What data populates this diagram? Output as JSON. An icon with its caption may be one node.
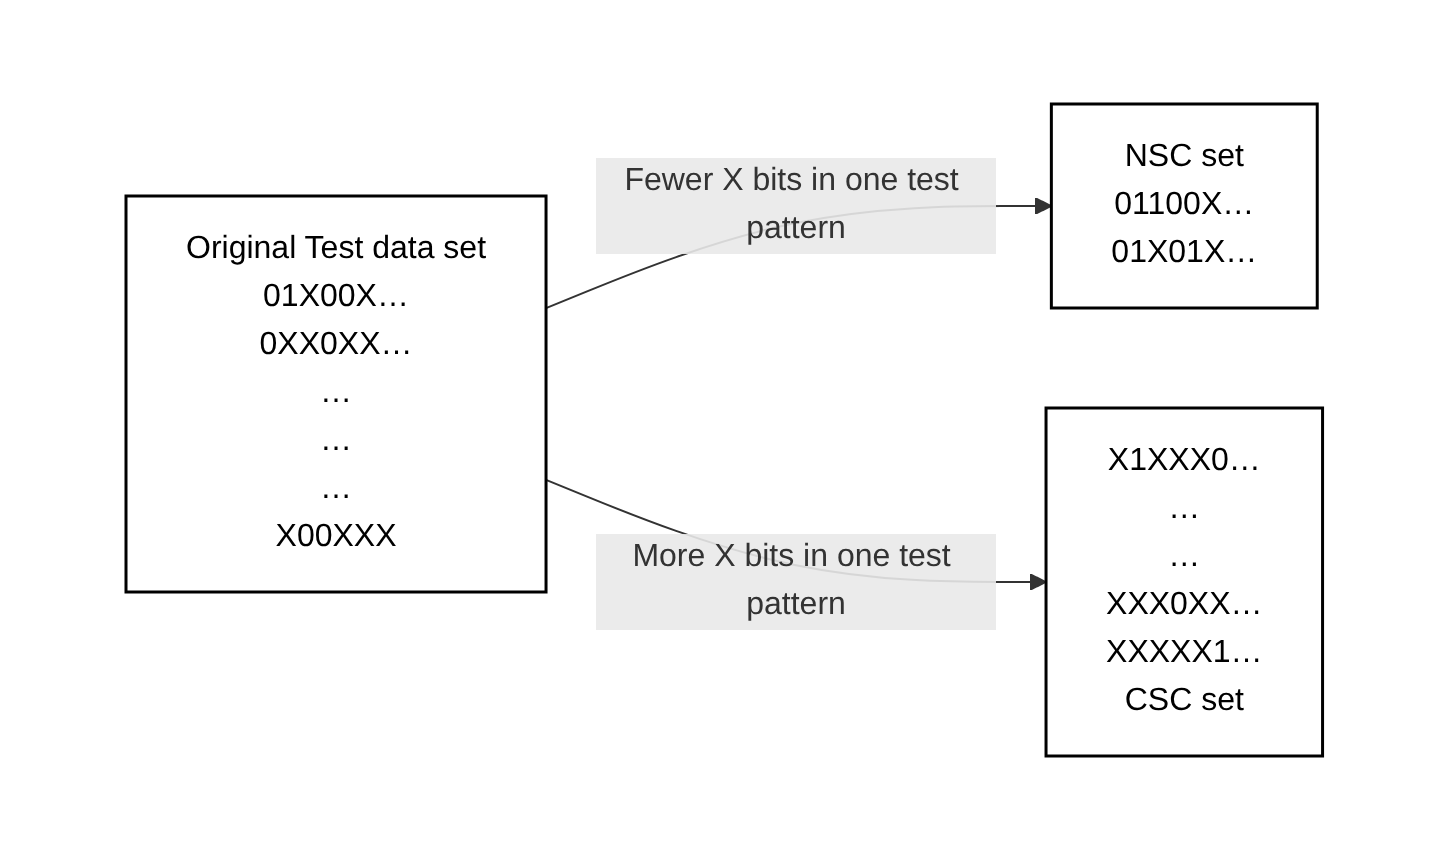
{
  "diagram": {
    "nodes": [
      {
        "text": [
          "Original Test data set",
          "01X00X…",
          "0XX0XX…",
          "…",
          "…",
          "…",
          "X00XXX"
        ]
      },
      {
        "text": [
          "NSC set",
          "01100X…",
          "01X01X…"
        ]
      },
      {
        "text": [
          "X1XXX0…",
          "…",
          "…",
          "XXX0XX…",
          "XXXXX1…",
          "CSC set"
        ]
      }
    ],
    "edges": [
      {
        "from": 0,
        "to": 1,
        "arrow": "to",
        "label": "Fewer X bits in one test pattern"
      },
      {
        "from": 0,
        "to": 2,
        "arrow": "to",
        "label": "More X bits in one test pattern"
      }
    ]
  }
}
